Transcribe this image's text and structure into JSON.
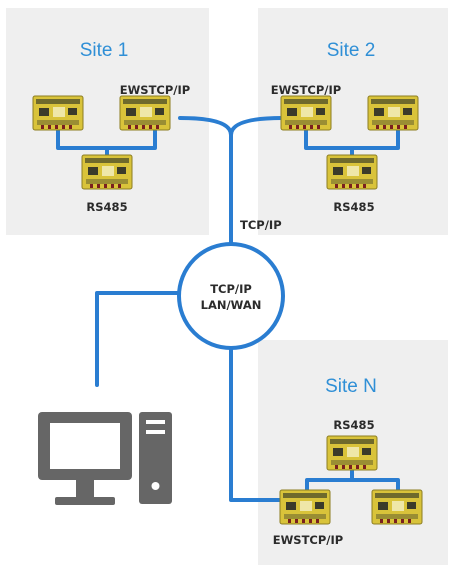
{
  "sites": [
    {
      "title": "Site 1",
      "bus_label": "RS485",
      "controller_label": "EWSTCP/IP"
    },
    {
      "title": "Site 2",
      "bus_label": "RS485",
      "controller_label": "EWSTCP/IP"
    },
    {
      "title": "Site N",
      "bus_label": "RS485",
      "controller_label": "EWSTCP/IP"
    }
  ],
  "network": {
    "link_label": "TCP/IP",
    "cloud_line1": "TCP/IP",
    "cloud_line2": "LAN/WAN"
  },
  "colors": {
    "cable": "#2a7dd1",
    "site_background": "#efefef",
    "site_title": "#2f8fd6",
    "board": "#d9c33a",
    "board_dark": "#6f6a2c",
    "computer": "#666666"
  },
  "icons": {
    "controller": "controller-board-icon",
    "computer": "desktop-computer-icon"
  }
}
